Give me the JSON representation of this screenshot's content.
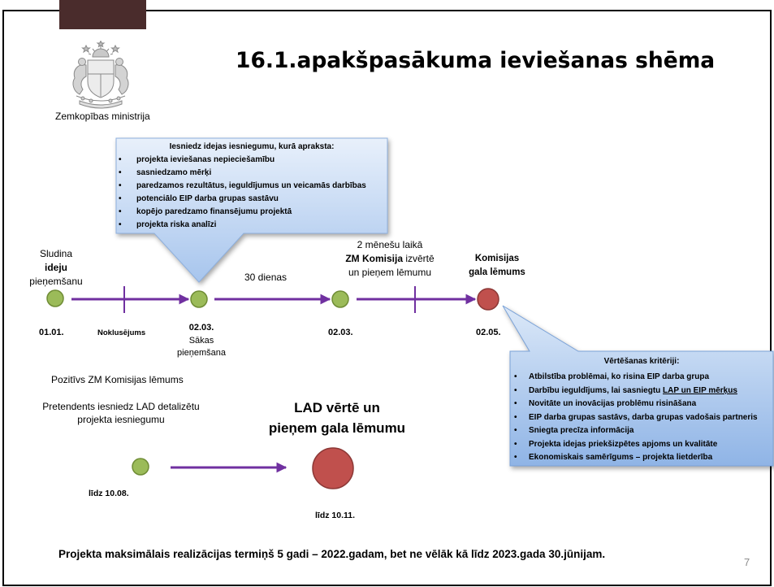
{
  "slide": {
    "title": "16.1.apakšpasākuma ieviešanas shēma",
    "organization": "Zemkopības ministrija",
    "emblem": "latvia-coat-of-arms-icon",
    "footer": "Projekta maksimālais realizācijas termiņš 5 gadi – 2022.gadam, bet ne vēlāk kā līdz 2023.gada 30.jūnijam.",
    "page_number": "7"
  },
  "application_callout": {
    "header": "Iesniedz idejas iesniegumu, kurā apraksta:",
    "bullet": "•",
    "items": [
      "projekta ieviešanas nepieciešamību",
      "sasniedzamo mērķi",
      "paredzamos rezultātus, ieguldījumus un veicamās darbības",
      "potenciālo EIP darba grupas sastāvu",
      "kopējo paredzamo finansējumu projektā",
      "projekta riska analīzi"
    ]
  },
  "timeline": {
    "announce": {
      "line1": "Sludina",
      "line2": "ideju",
      "line3": "pieņemšanu",
      "date": "01.01."
    },
    "default_label": "Noklusējums",
    "start": {
      "date": "02.03.",
      "line1": "Sākas",
      "line2": "pieņemšana"
    },
    "duration": "30 dienas",
    "review": {
      "date": "02.03.",
      "line1": "2 mēnešu laikā",
      "line2_bold": "ZM Komisija",
      "line2_rest": " izvērtē",
      "line3": "un pieņem lēmumu"
    },
    "decision": {
      "line1": "Komisijas",
      "line2": "gala lēmums",
      "date": "02.05."
    }
  },
  "criteria_callout": {
    "header": "Vērtēšanas kritēriji:",
    "bullet": "•",
    "items": [
      "Atbilstība problēmai, ko risina EIP darba grupa",
      {
        "prefix": "Darbību ieguldījums, lai sasniegtu ",
        "underlined": "LAP un EIP mērķus"
      },
      "Novitāte un inovācijas problēmu risināšana",
      "EIP darba grupas sastāvs, darba grupas vadošais partneris",
      "Sniegta precīza informācija",
      "Projekta idejas priekšizpētes apjoms un kvalitāte",
      "Ekonomiskais samērīgums – projekta lietderība"
    ]
  },
  "lad_stage": {
    "positive_decision": "Pozitīvs ZM Komisijas lēmums",
    "submit_line1": "Pretendents iesniedz LAD detalizētu",
    "submit_line2": "projekta iesniegumu",
    "submit_date": "līdz 10.08.",
    "evaluate_line1": "LAD vērtē un",
    "evaluate_line2": "pieņem gala lēmumu",
    "evaluate_date": "līdz 10.11."
  },
  "colors": {
    "arrow": "#7030a0",
    "milestone": "#9bbb59",
    "milestone_stroke": "#6f8c35",
    "milestone_final": "#c0504d",
    "milestone_final_stroke": "#8c3836",
    "frame": "#000000",
    "header_block": "#4a2c2c",
    "emblem": "#8a8a8a",
    "page_number": "#8c8c8c"
  }
}
